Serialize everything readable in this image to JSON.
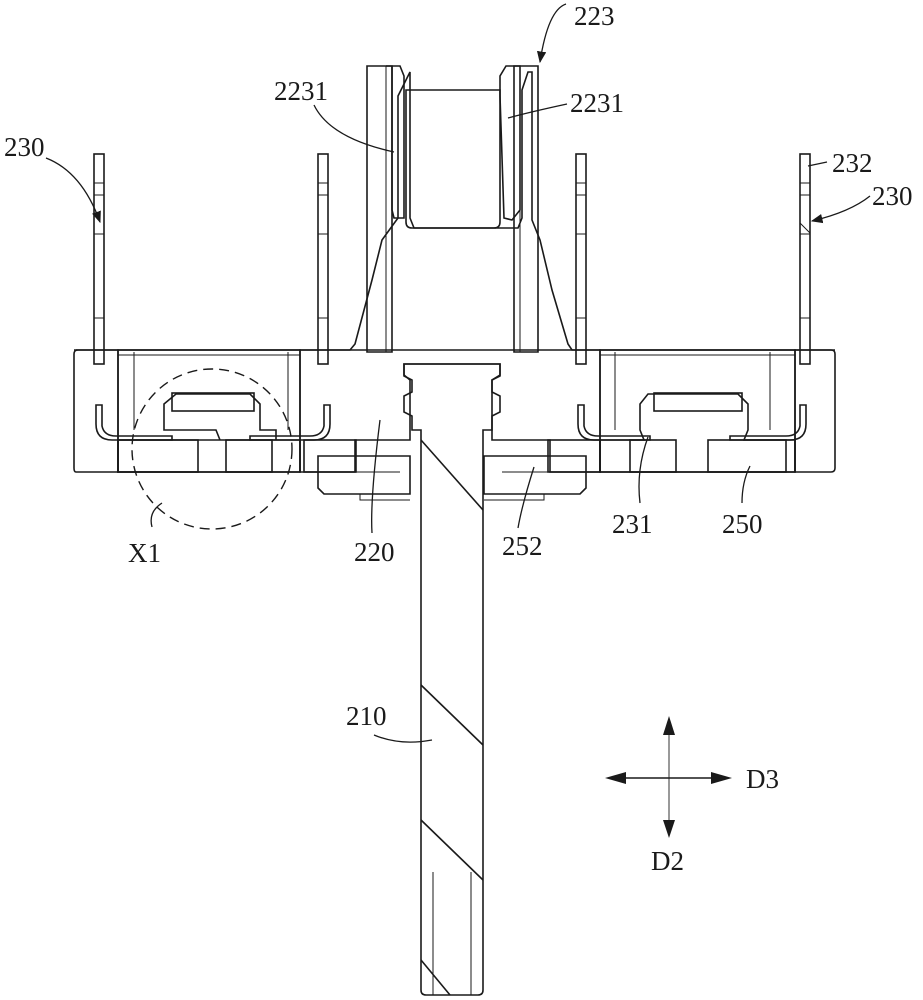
{
  "figure": {
    "type": "patent cross-section drawing",
    "labels": {
      "shaft": "210",
      "body": "220",
      "fork": "223",
      "fork_arm_left": "2231",
      "fork_arm_right": "2231",
      "terminal_left": "230",
      "terminal_right": "230",
      "terminal_pin": "232",
      "terminal_foot": "231",
      "magnet": "250",
      "ring": "252",
      "detail_callout": "X1"
    },
    "axes": {
      "horizontal": "D3",
      "vertical": "D2"
    },
    "colors": {
      "ink": "#1a1a1a",
      "paper": "#ffffff"
    }
  }
}
